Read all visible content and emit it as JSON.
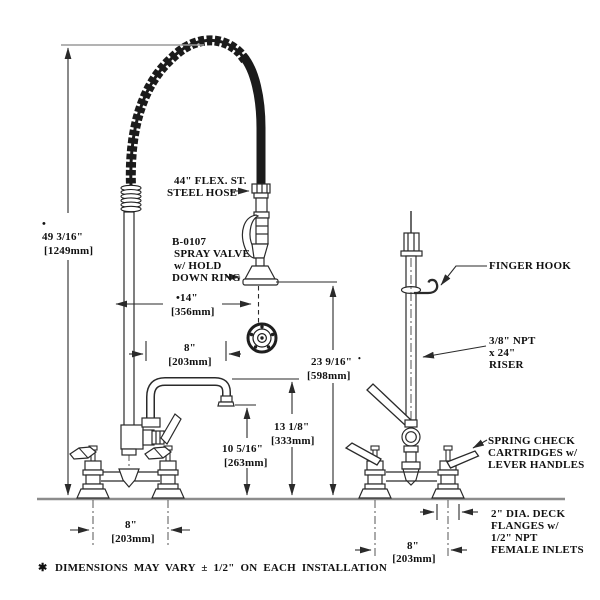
{
  "title": "pre-rinse faucet technical drawing",
  "note": {
    "star": "✱",
    "text": "DIMENSIONS MAY VARY ± 1/2\" ON EACH INSTALLATION"
  },
  "dimensions": {
    "overall_height": {
      "star": "•",
      "in": "49 3/16\"",
      "mm": "[1249mm]"
    },
    "spray_reach": {
      "in": "•14\"",
      "mm": "[356mm]"
    },
    "spout_length": {
      "in": "8\"",
      "mm": "[203mm]"
    },
    "ring_height": {
      "in": "23 9/16\"",
      "star": "•",
      "mm": "[598mm]"
    },
    "spout_height": {
      "in": "13 1/8\"",
      "mm": "[333mm]"
    },
    "nozzle_height": {
      "in": "10 5/16\"",
      "mm": "[263mm]"
    },
    "front_centers": {
      "in": "8\"",
      "mm": "[203mm]"
    },
    "side_centers": {
      "in": "8\"",
      "mm": "[203mm]"
    }
  },
  "callouts": {
    "flex_hose": [
      "44\" FLEX. ST.",
      "STEEL HOSE"
    ],
    "spray_valve": [
      "B-0107",
      "SPRAY VALVE",
      "w/ HOLD",
      "DOWN RING"
    ],
    "finger_hook": [
      "FINGER HOOK"
    ],
    "riser": [
      "3/8\" NPT",
      "x 24\"",
      "RISER"
    ],
    "spring_check": [
      "SPRING CHECK",
      "CARTRIDGES w/",
      "LEVER HANDLES"
    ],
    "deck_flange": [
      "2\" DIA. DECK",
      "FLANGES w/",
      "1/2\" NPT",
      "FEMALE INLETS"
    ]
  }
}
